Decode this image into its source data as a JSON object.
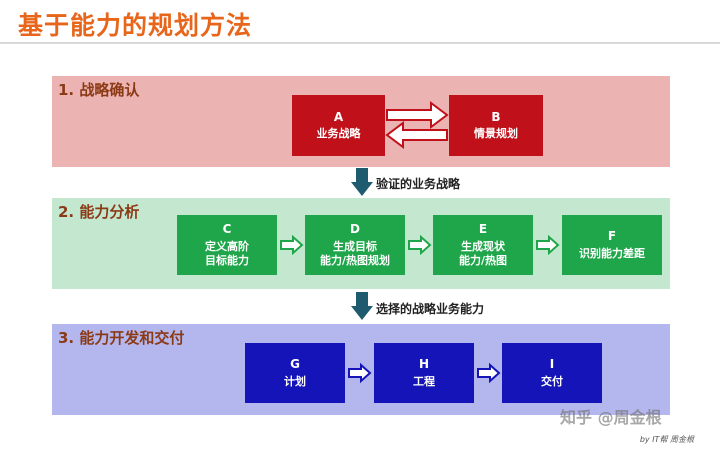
{
  "title": "基于能力的规划方法",
  "sections": [
    {
      "title": "1. 战略确认",
      "boxes": [
        {
          "letter": "A",
          "label": "业务战略"
        },
        {
          "letter": "B",
          "label": "情景规划"
        }
      ]
    },
    {
      "title": "2. 能力分析",
      "boxes": [
        {
          "letter": "C",
          "line1": "定义高阶",
          "line2": "目标能力"
        },
        {
          "letter": "D",
          "line1": "生成目标",
          "line2": "能力/热图规划"
        },
        {
          "letter": "E",
          "line1": "生成现状",
          "line2": "能力/热图"
        },
        {
          "letter": "F",
          "line1": "识别能力差距",
          "line2": ""
        }
      ]
    },
    {
      "title": "3. 能力开发和交付",
      "boxes": [
        {
          "letter": "G",
          "label": "计划"
        },
        {
          "letter": "H",
          "label": "工程"
        },
        {
          "letter": "I",
          "label": "交付"
        }
      ]
    }
  ],
  "connectors": [
    {
      "label": "验证的业务战略"
    },
    {
      "label": "选择的战略业务能力"
    }
  ],
  "colors": {
    "title": "#e8661b",
    "section_title": "#8b3a16",
    "band1": "#ecb3b3",
    "band2": "#c3e8cf",
    "band3": "#b4b6ee",
    "red_box": "#c0101a",
    "green_box": "#1fa64a",
    "blue_box": "#1414b8",
    "connector_arrow": "#1f5b6e"
  },
  "watermark": "知乎 @周金根",
  "footer": "by IT帮 周金根"
}
